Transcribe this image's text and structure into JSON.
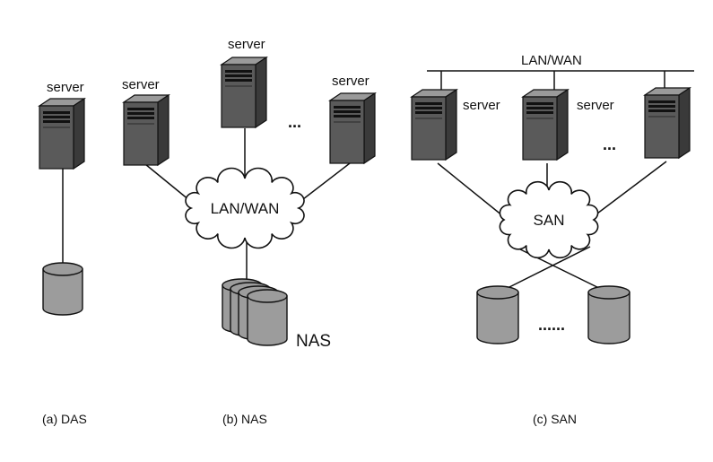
{
  "panels": {
    "das": {
      "caption": "(a) DAS",
      "server_label": "server"
    },
    "nas": {
      "caption": "(b) NAS",
      "server_label_left": "server",
      "server_label_top": "server",
      "server_label_right": "server",
      "ellipsis": "...",
      "network_label": "LAN/WAN",
      "storage_label": "NAS"
    },
    "san": {
      "caption": "(c) SAN",
      "bus_label": "LAN/WAN",
      "server_label_1": "server",
      "server_label_2": "server",
      "server_ellipsis": "...",
      "network_label": "SAN",
      "disk_ellipsis": "......"
    }
  },
  "colors": {
    "server_body": "#5a5a5a",
    "server_top": "#9a9a9a",
    "server_side": "#3a3a3a",
    "disk": "#9c9c9c",
    "cloud": "#ffffff",
    "stroke": "#111111"
  },
  "icons": [
    "server-icon",
    "disk-icon",
    "cloud-icon"
  ]
}
